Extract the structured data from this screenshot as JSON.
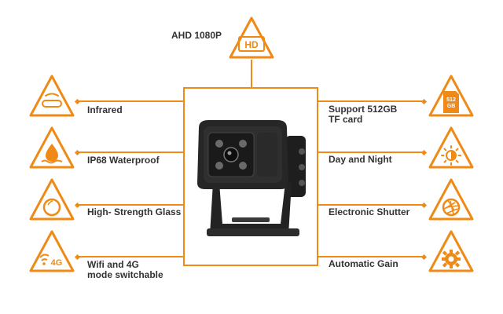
{
  "accent_color": "#ef8a17",
  "top_feature": {
    "label": "AHD 1080P",
    "icon": "hd-icon",
    "icon_text": "HD"
  },
  "left_features": [
    {
      "label": "Infrared",
      "icon": "infrared-icon"
    },
    {
      "label": "IP68 Waterproof",
      "icon": "water-drop-icon"
    },
    {
      "label": "High- Strength Glass",
      "icon": "glass-lens-icon"
    },
    {
      "label": "Wifi and 4G\nmode switchable",
      "icon": "wifi-4g-icon",
      "icon_text": "4G"
    }
  ],
  "right_features": [
    {
      "label": "Support 512GB\nTF card",
      "icon": "sd-card-icon",
      "icon_text": "512\nGB"
    },
    {
      "label": "Day and Night",
      "icon": "day-night-icon"
    },
    {
      "label": "Electronic Shutter",
      "icon": "shutter-icon"
    },
    {
      "label": "Automatic Gain",
      "icon": "gear-icon"
    }
  ],
  "product_image": "camera-image"
}
